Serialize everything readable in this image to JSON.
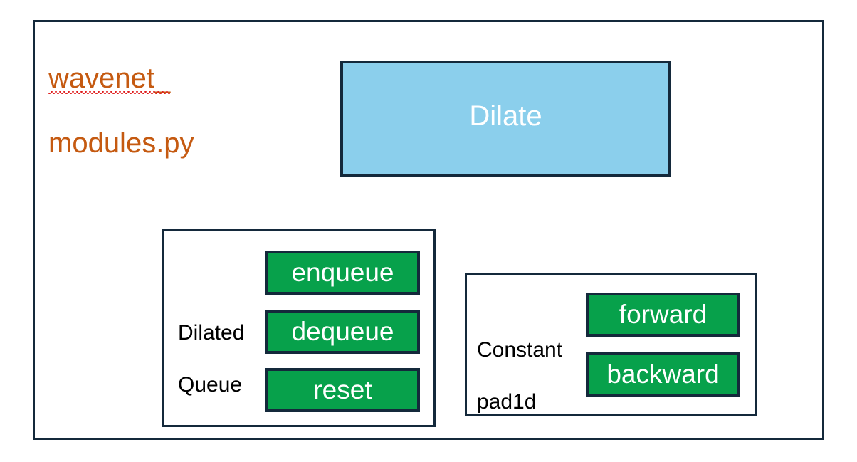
{
  "colors": {
    "background": "#ffffff",
    "frame_border": "#14293b",
    "title_text": "#c55a11",
    "spellcheck_underline": "#e02020",
    "dilate_fill": "#8bcfec",
    "method_fill": "#07a14b",
    "method_text": "#ffffff",
    "label_text": "#000000"
  },
  "module": {
    "title_line1": "wavenet_",
    "title_line2": "modules.py",
    "title_full": "wavenet_modules.py",
    "spellcheck_flagged": "wavenet_"
  },
  "classes": [
    {
      "id": "dilate",
      "name": "Dilate",
      "kind": "filled-box",
      "fill": "#8bcfec",
      "methods": []
    },
    {
      "id": "dilated-queue",
      "name": "Dilated Queue",
      "name_line1": "Dilated",
      "name_line2": "Queue",
      "kind": "group",
      "methods": [
        {
          "id": "enqueue",
          "label": "enqueue"
        },
        {
          "id": "dequeue",
          "label": "dequeue"
        },
        {
          "id": "reset",
          "label": "reset"
        }
      ]
    },
    {
      "id": "constant-pad1d",
      "name": "Constant pad1d",
      "name_line1": "Constant",
      "name_line2": "pad1d",
      "kind": "group",
      "methods": [
        {
          "id": "forward",
          "label": "forward"
        },
        {
          "id": "backward",
          "label": "backward"
        }
      ]
    }
  ]
}
